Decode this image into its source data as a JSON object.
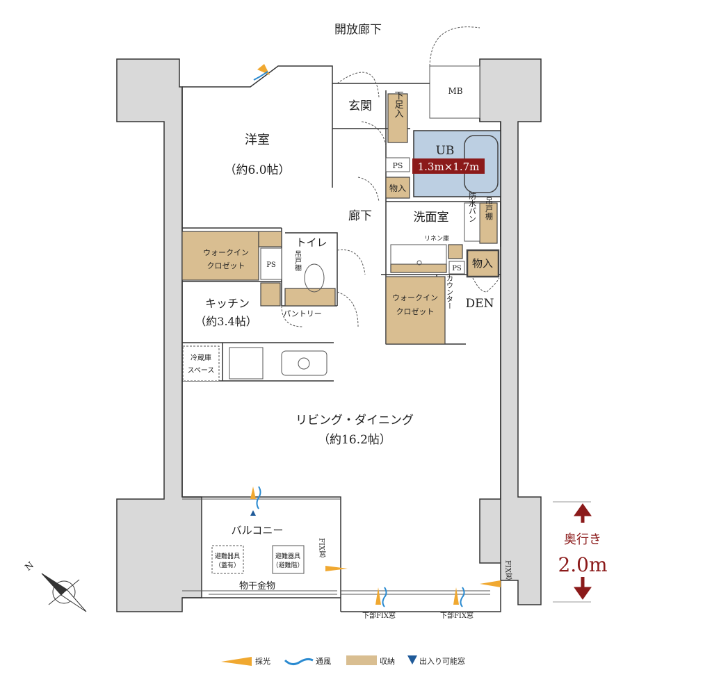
{
  "colors": {
    "storage": "#d9be91",
    "light": "#f0a830",
    "wind": "#2a8ad0",
    "door_marker": "#1f5a99",
    "accent": "#8b1a1a",
    "wall": "#d9d9d9",
    "bath": "#bccfe2"
  },
  "labels": {
    "open_corridor": "開放廊下",
    "mb": "MB",
    "entrance": "玄関",
    "shoe_storage": "下足入",
    "ub": "UB",
    "ub_size": "1.3m×1.7m",
    "ps_entrance": "PS",
    "storage_hall": "物入",
    "western_room": "洋室",
    "western_room_size": "（約6.0帖）",
    "hallway": "廊下",
    "washroom": "洗面室",
    "waterproof_pan": "防水パン",
    "wall_cabinet_wash": "吊戸棚",
    "linen": "リネン庫",
    "ps_wash": "PS",
    "storage_den": "物入",
    "den": "DEN",
    "counter": "カウンター",
    "wic_right_1": "ウォークイン",
    "wic_right_2": "クロゼット",
    "wic_left_1": "ウォークイン",
    "wic_left_2": "クロゼット",
    "ps_wic": "PS",
    "toilet": "トイレ",
    "wall_cabinet_toilet": "吊戸棚",
    "kitchen": "キッチン",
    "kitchen_size": "（約3.4帖）",
    "pantry": "パントリー",
    "fridge_1": "冷蔵庫",
    "fridge_2": "スペース",
    "living": "リビング・ダイニング",
    "living_size": "（約16.2帖）",
    "balcony": "バルコニー",
    "evac_1a": "避難器具",
    "evac_1b": "（蓋有）",
    "evac_2a": "避難器具",
    "evac_2b": "（避難階）",
    "laundry": "物干金物",
    "fix_window_left": "FIX窓",
    "fix_window_right": "FIX窓",
    "lower_fix_1": "下部FIX窓",
    "lower_fix_2": "下部FIX窓",
    "depth_label": "奥行き",
    "depth_value": "2.0m",
    "north": "N"
  },
  "legend": [
    {
      "icon": "light-wedge-icon",
      "label": "採光"
    },
    {
      "icon": "wind-wave-icon",
      "label": "通風"
    },
    {
      "icon": "storage-swatch-icon",
      "label": "収納"
    },
    {
      "icon": "door-triangle-icon",
      "label": "出入り可能窓"
    }
  ]
}
